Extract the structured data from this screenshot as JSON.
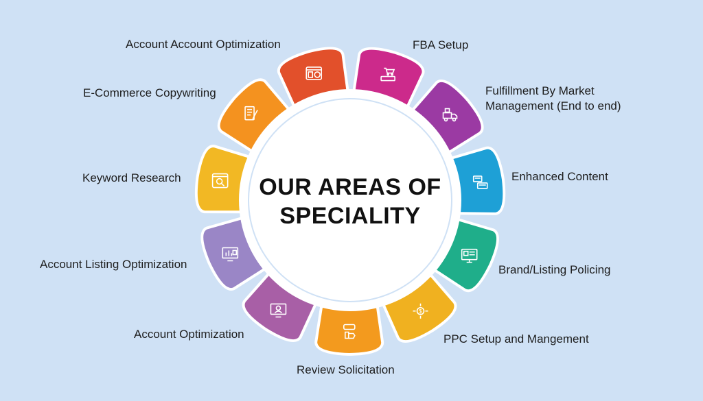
{
  "title": {
    "line1": "OUR AREAS OF",
    "line2": "SPECIALITY"
  },
  "items": [
    {
      "label": "Account Account Optimization",
      "color": "#e2502b",
      "icon": "browser-analytics-icon"
    },
    {
      "label": "FBA Setup",
      "color": "#cc2a8b",
      "icon": "cart-laptop-icon"
    },
    {
      "label": "Fulfillment By Market Management (End to end)",
      "color": "#9b3aa3",
      "icon": "delivery-truck-icon"
    },
    {
      "label": "Enhanced Content",
      "color": "#1ea0d6",
      "icon": "content-blocks-icon"
    },
    {
      "label": "Brand/Listing Policing",
      "color": "#1fae8a",
      "icon": "monitor-listing-icon"
    },
    {
      "label": "PPC Setup and Mangement",
      "color": "#f0b120",
      "icon": "target-dollar-icon"
    },
    {
      "label": "Review Solicitation",
      "color": "#f39a1e",
      "icon": "rating-hand-icon"
    },
    {
      "label": "Account Optimization",
      "color": "#a85fa6",
      "icon": "monitor-user-icon"
    },
    {
      "label": "Account Listing Optimization",
      "color": "#9a86c6",
      "icon": "monitor-chart-icon"
    },
    {
      "label": "Keyword Research",
      "color": "#f2b824",
      "icon": "browser-search-icon"
    },
    {
      "label": "E-Commerce Copywriting",
      "color": "#f4921f",
      "icon": "document-pen-icon"
    }
  ],
  "ring_color": "#ffffff",
  "background": "#cfe1f5"
}
